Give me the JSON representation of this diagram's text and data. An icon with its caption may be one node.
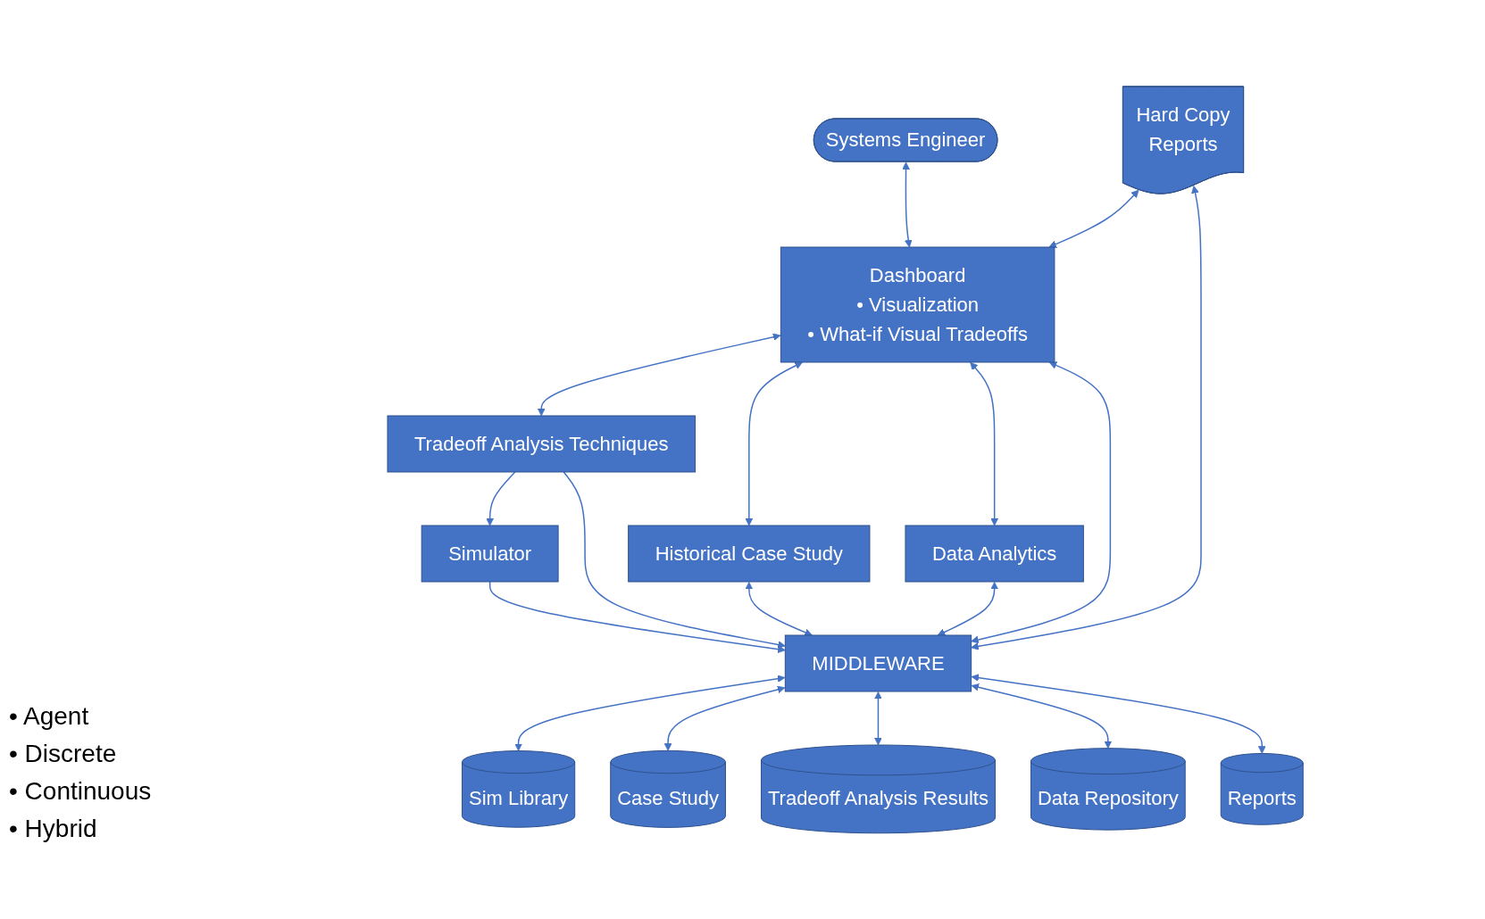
{
  "diagram": {
    "nodes": [
      {
        "text": [
          "Systems Engineer"
        ]
      },
      {
        "text": [
          "Dashboard",
          "• Visualization",
          "• What-if Visual Tradeoffs"
        ]
      },
      {
        "text": [
          "Tradeoff Analysis Techniques"
        ]
      },
      {
        "text": [
          "Historical Case Study"
        ]
      },
      {
        "text": [
          "Hard Copy",
          "Reports"
        ]
      },
      {
        "text": [
          "Simulator"
        ]
      },
      {
        "text": [
          "Data Analytics"
        ]
      },
      {
        "text": [
          "MIDDLEWARE"
        ]
      },
      {
        "text": [
          "Sim Library"
        ]
      },
      {
        "text": [
          "Case Study"
        ]
      },
      {
        "text": [
          "Tradeoff Analysis Results"
        ]
      },
      {
        "text": [
          "Data Repository"
        ]
      },
      {
        "text": [
          "Reports"
        ]
      }
    ],
    "edges": [
      {
        "from": 0,
        "to": 1,
        "arrow": "both"
      },
      {
        "from": 1,
        "to": 2,
        "arrow": "both"
      },
      {
        "from": 1,
        "to": 3,
        "arrow": "both"
      },
      {
        "from": 1,
        "to": 6,
        "arrow": "both"
      },
      {
        "from": 1,
        "to": 7,
        "arrow": "both"
      },
      {
        "from": 4,
        "to": 1,
        "arrow": "both"
      },
      {
        "from": 4,
        "to": 7,
        "arrow": "both"
      },
      {
        "from": 2,
        "to": 5,
        "arrow": "to"
      },
      {
        "from": 2,
        "to": 7,
        "arrow": "to"
      },
      {
        "from": 5,
        "to": 7,
        "arrow": "to"
      },
      {
        "from": 3,
        "to": 7,
        "arrow": "both"
      },
      {
        "from": 6,
        "to": 7,
        "arrow": "both"
      },
      {
        "from": 7,
        "to": 8,
        "arrow": "both"
      },
      {
        "from": 7,
        "to": 9,
        "arrow": "both"
      },
      {
        "from": 7,
        "to": 10,
        "arrow": "both"
      },
      {
        "from": 7,
        "to": 11,
        "arrow": "both"
      },
      {
        "from": 7,
        "to": 12,
        "arrow": "both"
      }
    ],
    "labels": [
      "• Agent",
      "• Discrete",
      "• Continuous",
      "• Hybrid"
    ]
  }
}
